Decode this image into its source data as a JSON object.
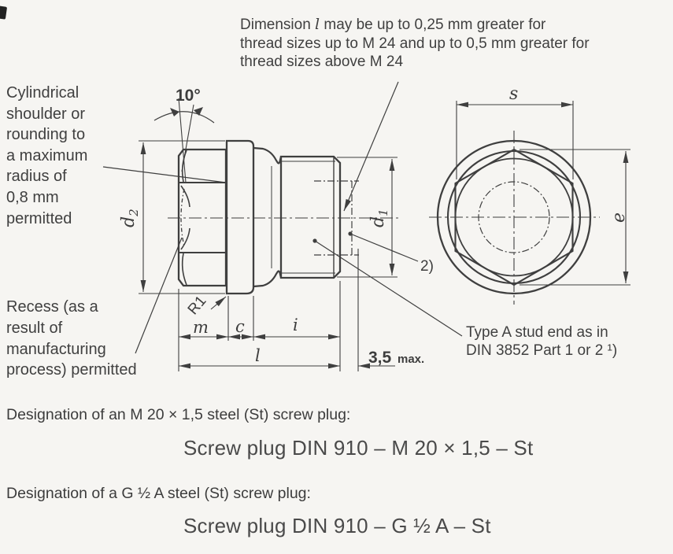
{
  "colors": {
    "ink": "#3f3f3f",
    "paper": "#f6f5f2"
  },
  "note_top": {
    "prefix": "Dimension ",
    "variable": "l",
    "rest": " may be up to 0,25 mm greater for\nthread sizes up to M 24 and up to 0,5 mm greater for\nthread sizes above M 24"
  },
  "labels": {
    "shoulder": "Cylindrical\nshoulder or\nrounding to\na maximum\nradius of\n0,8 mm\npermitted",
    "recess": "Recess (as a\nresult of\nmanufacturing\nprocess) permitted",
    "stud_end": "Type A stud end as in\nDIN 3852 Part 1 or 2 ¹)"
  },
  "dims": {
    "angle": "10°",
    "r1": "R1",
    "m": "m",
    "c": "c",
    "i": "i",
    "l": "l",
    "s": "s",
    "e": "e",
    "d": "d",
    "d1_sub": "1",
    "d2_sub": "2",
    "max_value": "3,5",
    "max_unit": "max.",
    "ref2": "2)"
  },
  "designations": [
    {
      "label": "Designation of an M 20 × 1,5 steel (St) screw plug:",
      "value": "Screw plug DIN 910 – M 20 × 1,5 – St"
    },
    {
      "label": "Designation of a G ½ A steel (St) screw plug:",
      "value": "Screw plug DIN 910 – G ½ A – St"
    }
  ]
}
